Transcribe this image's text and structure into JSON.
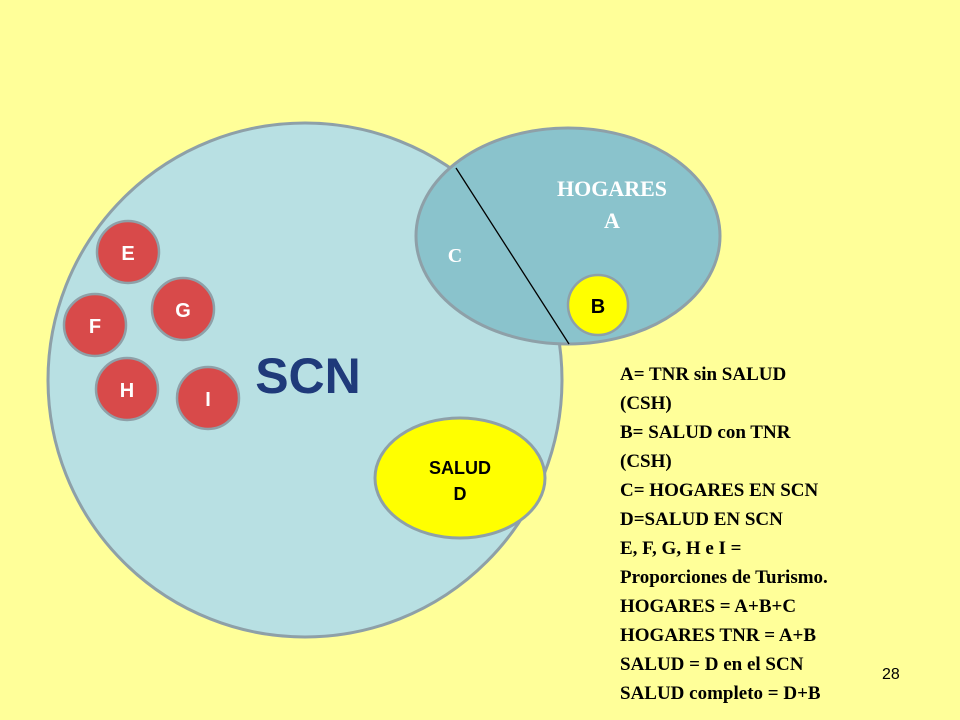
{
  "diagram": {
    "scn_label": "SCN",
    "hogares_label_line1": "HOGARES",
    "hogares_label_line2": "A",
    "c_label": "C",
    "b_label": "B",
    "salud_label_line1": "SALUD",
    "salud_label_line2": "D",
    "small_circles": [
      "E",
      "F",
      "G",
      "H",
      "I"
    ],
    "colors": {
      "background": "#FFFF99",
      "scn_fill": "#B8E0E3",
      "hogares_fill": "#8AC3CC",
      "salud_fill": "#FFFF00",
      "red_circle_fill": "#D84A4A",
      "circle_stroke": "#8EA0A8"
    }
  },
  "legend": [
    "A= TNR sin SALUD",
    "(CSH)",
    "B= SALUD  con TNR",
    "(CSH)",
    "C= HOGARES EN SCN",
    "D=SALUD EN SCN",
    "E, F, G, H e I =",
    "Proporciones de Turismo.",
    "HOGARES = A+B+C",
    "HOGARES TNR = A+B",
    "SALUD = D en el SCN",
    "SALUD completo = D+B"
  ],
  "page_number": "28"
}
